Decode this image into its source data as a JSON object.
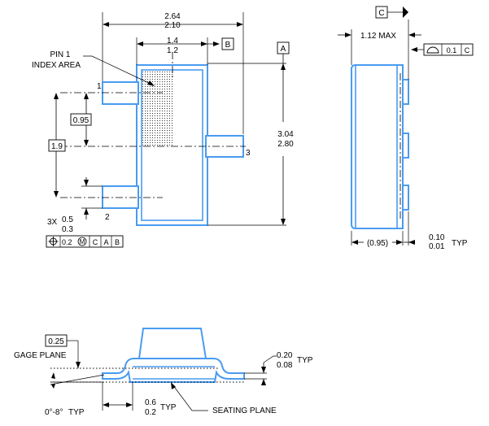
{
  "colors": {
    "outline": "#4a9bf0",
    "dimension": "#000000"
  },
  "top_view": {
    "width_max": "2.64",
    "width_min": "2.10",
    "body_width_max": "1.4",
    "body_width_min": "1.2",
    "datum_b": "B",
    "datum_a": "A",
    "pin1_label_line1": "PIN 1",
    "pin1_label_line2": "INDEX AREA",
    "pin_1": "1",
    "pin_2": "2",
    "pin_3": "3",
    "pitch_small": "0.95",
    "pitch_large": "1.9",
    "length_max": "3.04",
    "length_min": "2.80",
    "lead_count": "3X",
    "lead_width_max": "0.5",
    "lead_width_min": "0.3",
    "fcf_tolerance": "0.2",
    "fcf_modifier": "M",
    "fcf_datum_1": "C",
    "fcf_datum_2": "A",
    "fcf_datum_3": "B"
  },
  "side_view": {
    "datum_c": "C",
    "height_label": "1.12 MAX",
    "flatness_tolerance": "0.1",
    "flatness_datum": "C",
    "ref_dim": "(0.95)",
    "standoff_max": "0.10",
    "standoff_min": "0.01",
    "standoff_suffix": "TYP"
  },
  "end_view": {
    "gage_value": "0.25",
    "gage_label": "GAGE PLANE",
    "angle_label": "0°-8°",
    "angle_suffix": "TYP",
    "foot_max": "0.6",
    "foot_min": "0.2",
    "foot_suffix": "TYP",
    "seating_label": "SEATING PLANE",
    "thick_max": "0.20",
    "thick_min": "0.08",
    "thick_suffix": "TYP"
  }
}
